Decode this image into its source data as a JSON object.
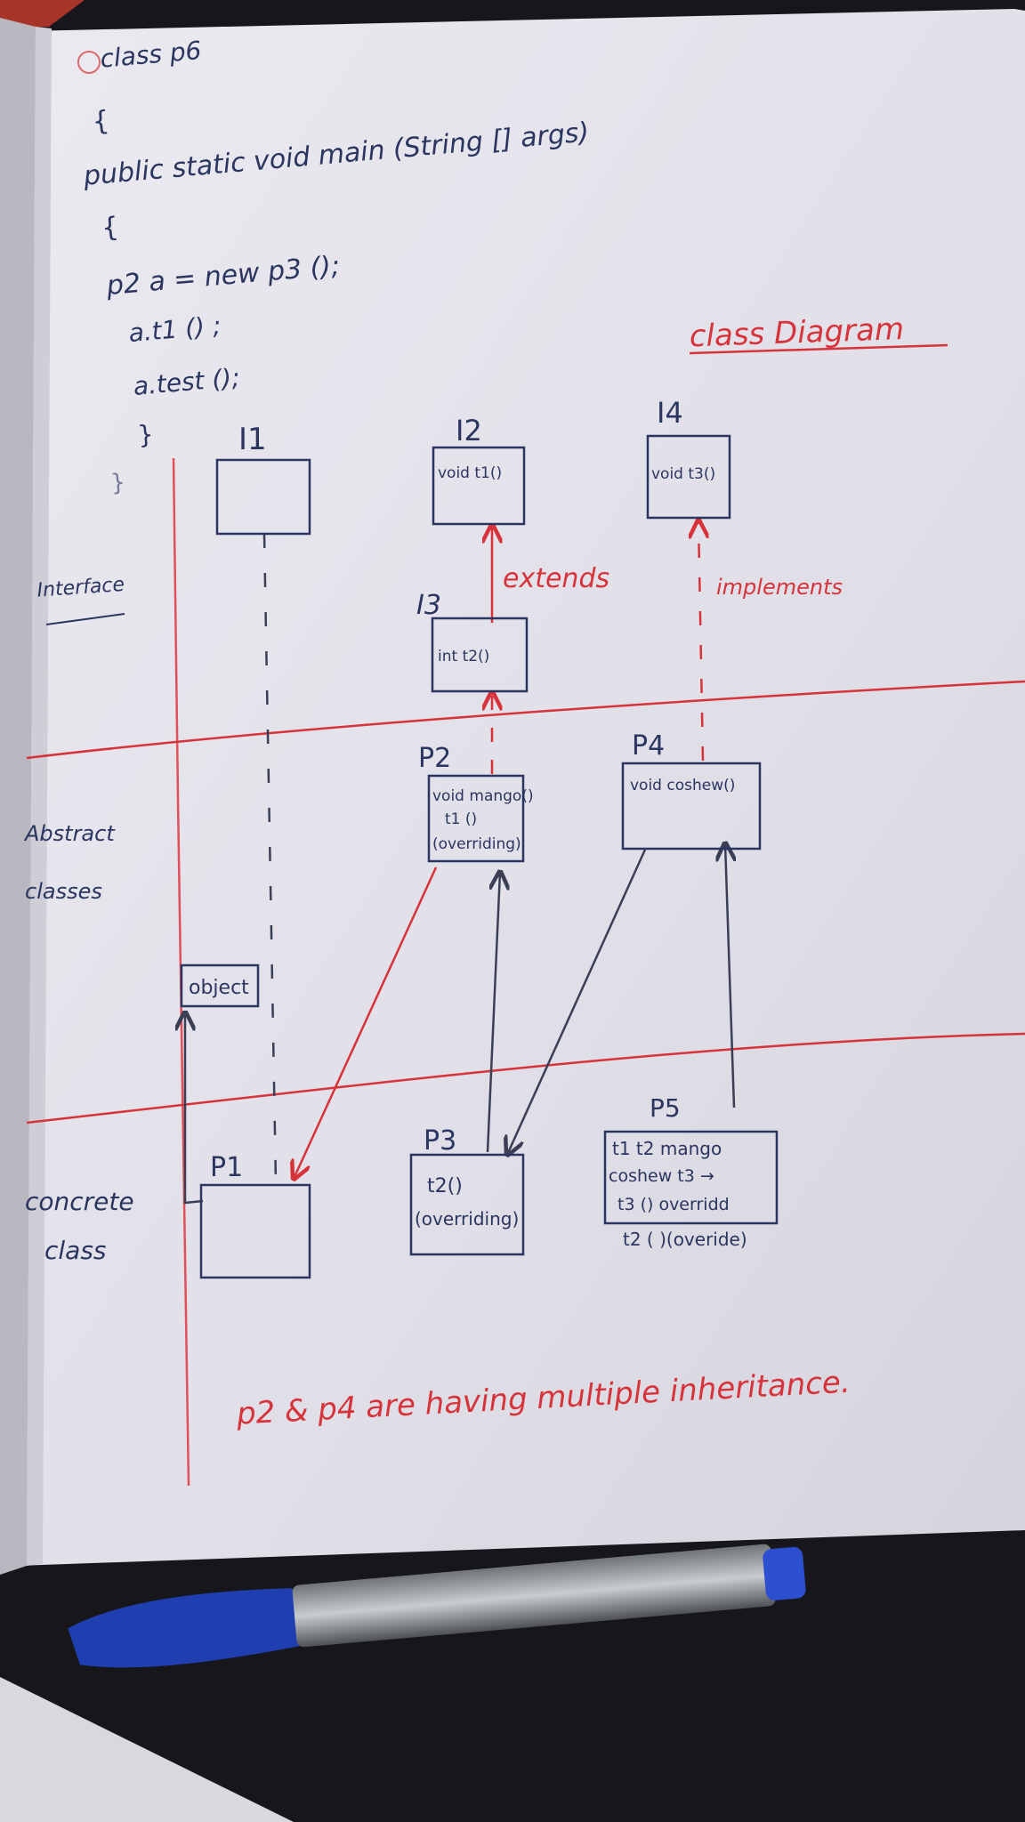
{
  "code": {
    "header": "class p6",
    "open_brace_1": "{",
    "main_signature": "public static void main (String [] args)",
    "open_brace_2": "{",
    "line1": "p2  a = new p3 ();",
    "line2": "a.t1 () ;",
    "line3": "a.test ();",
    "close_brace_1": "}",
    "close_brace_2": "}"
  },
  "diagram": {
    "title": "class Diagram",
    "sections": {
      "interface": "Interface",
      "abstract_1": "Abstract",
      "abstract_2": "classes",
      "concrete_1": "concrete",
      "concrete_2": "class"
    },
    "nodes": {
      "I1": {
        "name": "I1",
        "lines": []
      },
      "I2": {
        "name": "I2",
        "lines": [
          "void t1()"
        ]
      },
      "I4": {
        "name": "I4",
        "lines": [
          "void t3()"
        ]
      },
      "I3": {
        "name": "I3",
        "lines": [
          "int t2()"
        ]
      },
      "P2": {
        "name": "P2",
        "lines": [
          "void mango()",
          "t1 ()",
          "(overriding)"
        ]
      },
      "P4": {
        "name": "P4",
        "lines": [
          "void coshew()"
        ]
      },
      "Object": {
        "name": "",
        "lines": [
          "object"
        ]
      },
      "P1": {
        "name": "P1",
        "lines": []
      },
      "P3": {
        "name": "P3",
        "lines": [
          "t2()",
          "(overriding)"
        ]
      },
      "P5": {
        "name": "P5",
        "lines": [
          "t1 t2 mango",
          "coshew t3 →",
          "t3 () overridd",
          "t2 ( )(overide)"
        ]
      }
    },
    "labels": {
      "extends": "extends",
      "implements": "implements"
    },
    "footer_note": "p2 & p4 are having multiple inheritance."
  },
  "colors": {
    "paper": "#e2e0e8",
    "ink_blue": "#2a3560",
    "ink_red": "#d6333a",
    "pen_blue": "#1f3fb0"
  }
}
